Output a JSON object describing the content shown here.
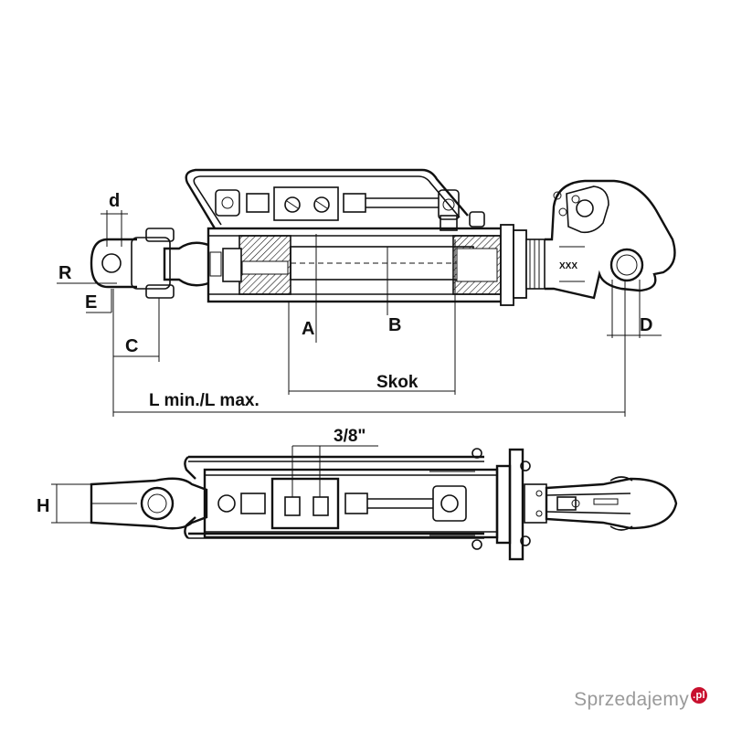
{
  "labels": {
    "d": "d",
    "r": "R",
    "e": "E",
    "c": "C",
    "a": "A",
    "b": "B",
    "d_big": "D",
    "stroke": "Skok",
    "length": "L min./L max.",
    "port_size": "3/8\"",
    "h": "H",
    "marking": "XXX"
  },
  "watermark": {
    "text": "Sprzedajemy",
    "suffix": ".pl",
    "brand_color": "#c8102e"
  }
}
